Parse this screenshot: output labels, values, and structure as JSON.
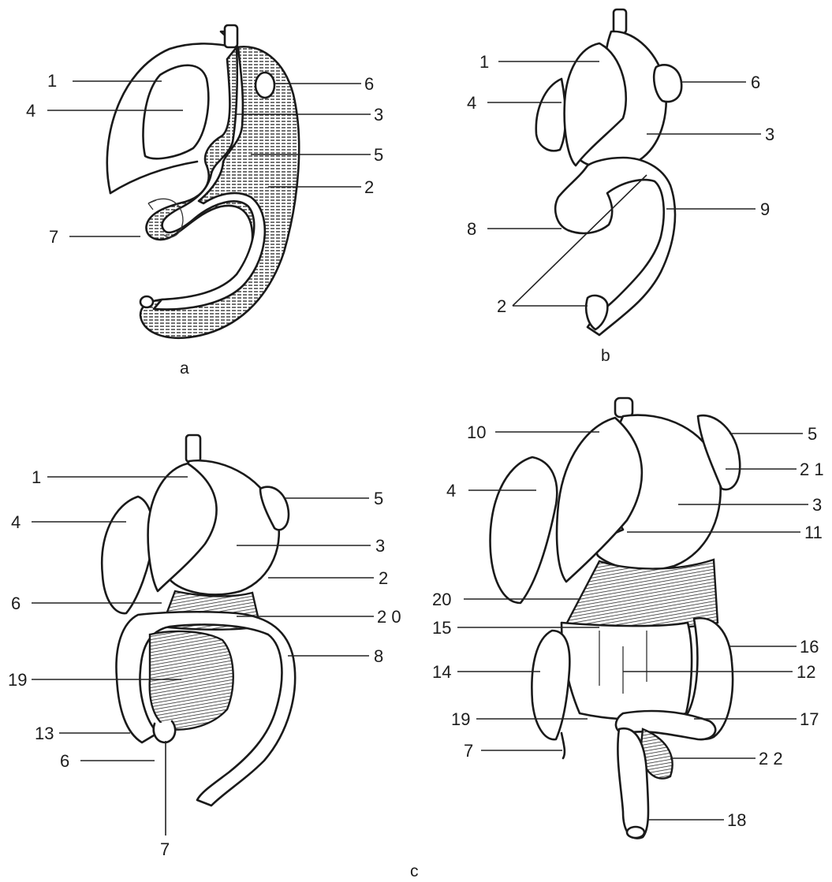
{
  "panels": {
    "a": {
      "caption": "a",
      "labels": [
        "1",
        "4",
        "7",
        "6",
        "3",
        "5",
        "2"
      ]
    },
    "b": {
      "caption": "b",
      "labels": [
        "1",
        "4",
        "8",
        "2",
        "6",
        "3",
        "9"
      ]
    },
    "c_left": {
      "labels": [
        "1",
        "4",
        "6",
        "19",
        "13",
        "6",
        "7",
        "5",
        "3",
        "2",
        "2 0",
        "8"
      ]
    },
    "c_right": {
      "labels": [
        "10",
        "4",
        "20",
        "15",
        "14",
        "19",
        "7",
        "5",
        "2 1",
        "3",
        "11",
        "16",
        "12",
        "17",
        "2 2",
        "18"
      ]
    },
    "c_caption": "c"
  }
}
